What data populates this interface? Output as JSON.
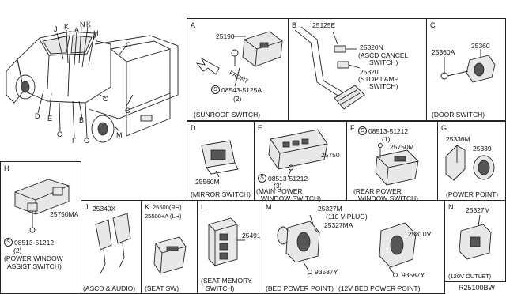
{
  "truck": {
    "callouts": [
      "J",
      "K",
      "A",
      "N",
      "K",
      "H",
      "C",
      "C",
      "D",
      "E",
      "C",
      "F",
      "B",
      "G",
      "C",
      "M"
    ]
  },
  "panels": {
    "A": {
      "letter": "A",
      "parts": [
        "25190",
        "08543-5125A",
        "(2)"
      ],
      "front": "FRONT",
      "caption": "(SUNROOF SWITCH)"
    },
    "B": {
      "letter": "B",
      "parts": [
        "25125E",
        "25320N",
        "(ASCD CANCEL",
        "SWITCH)",
        "25320",
        "(STOP LAMP",
        "SWITCH)"
      ]
    },
    "C": {
      "letter": "C",
      "parts": [
        "25360A",
        "25360"
      ],
      "caption": "(DOOR SWITCH)"
    },
    "D": {
      "letter": "D",
      "parts": [
        "25560M"
      ],
      "caption": "(MIRROR SWITCH)"
    },
    "E": {
      "letter": "E",
      "parts": [
        "25750",
        "08513-51212",
        "(3)"
      ],
      "caption": [
        "(MAIN POWER",
        "WINDOW SWITCH)"
      ]
    },
    "F": {
      "letter": "F",
      "parts": [
        "08513-51212",
        "(1)",
        "25750M"
      ],
      "caption": [
        "(REAR POWER",
        "WINDOW SWITCH)"
      ]
    },
    "G": {
      "letter": "G",
      "parts": [
        "25336M",
        "25339"
      ],
      "caption": "(POWER POINT)"
    },
    "H": {
      "letter": "H",
      "parts": [
        "25750MA",
        "08513-51212",
        "(2)"
      ],
      "caption": [
        "(POWER WINDOW",
        "ASSIST SWITCH)"
      ]
    },
    "J": {
      "letter": "J",
      "parts": [
        "25340X"
      ],
      "caption": "(ASCD & AUDIO)"
    },
    "K": {
      "letter": "K",
      "parts": [
        "25500(RH)",
        "25500+A (LH)"
      ],
      "caption": "(SEAT SW)"
    },
    "L": {
      "letter": "L",
      "parts": [
        "25491"
      ],
      "caption": [
        "(SEAT MEMORY",
        "SWITCH)"
      ]
    },
    "M": {
      "letter": "M",
      "parts": [
        "25327M",
        "(110 V PLUG)",
        "25327MA",
        "93587Y",
        "25310V",
        "93587Y"
      ],
      "caption": [
        "(BED POWER POINT)",
        "(12V BED POWER POINT)"
      ]
    },
    "N": {
      "letter": "N",
      "parts": [
        "25327M"
      ],
      "caption": "(120V OUTLET)"
    }
  },
  "screw_symbol": "S",
  "diagram_id": "R25100BW"
}
